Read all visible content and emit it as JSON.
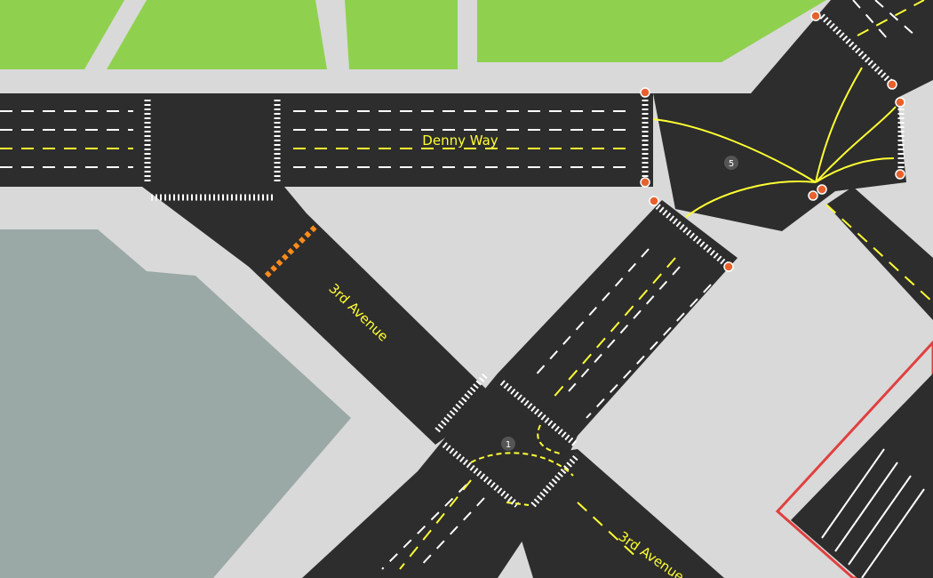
{
  "map": {
    "streets": {
      "denny_way": "Denny Way",
      "third_avenue_north": "3rd Avenue",
      "third_avenue_south": "3rd Avenue"
    },
    "intersections": {
      "badge_1": "1",
      "badge_5": "5"
    },
    "colors": {
      "grass": "#8fd14f",
      "sidewalk": "#d9d9d9",
      "road": "#2d2d2d",
      "building": "#9aa9a5",
      "center_line": "#ffff33",
      "lane_marking": "#ffffff",
      "signal": "#e8612c",
      "parking_outline": "#e04040",
      "badge": "#555555"
    }
  }
}
